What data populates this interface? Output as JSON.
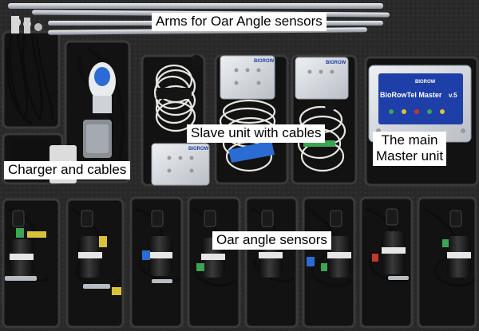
{
  "labels": {
    "arms": "Arms for Oar Angle sensors",
    "slave": "Slave unit with cables",
    "charger": "Charger and cables",
    "master_line1": "The main",
    "master_line2": "Master unit",
    "oar": "Oar angle sensors"
  },
  "device_text": {
    "master_plate": "BioRowTel Master",
    "master_version": "v.5",
    "brand": "BIOROW"
  },
  "colors": {
    "foam": "#2a2a2a",
    "foam_edge": "#3d3d3d",
    "device_body": "#d9dde2",
    "master_plate": "#1f3fa8",
    "cable_light": "#e6e6e0",
    "cable_dark": "#101010",
    "rod": "#c8ccd2",
    "blue_clip": "#2b6cd4",
    "green_clip": "#3aa653",
    "yellow_clip": "#d9c23a",
    "red_accent": "#c0392b"
  }
}
